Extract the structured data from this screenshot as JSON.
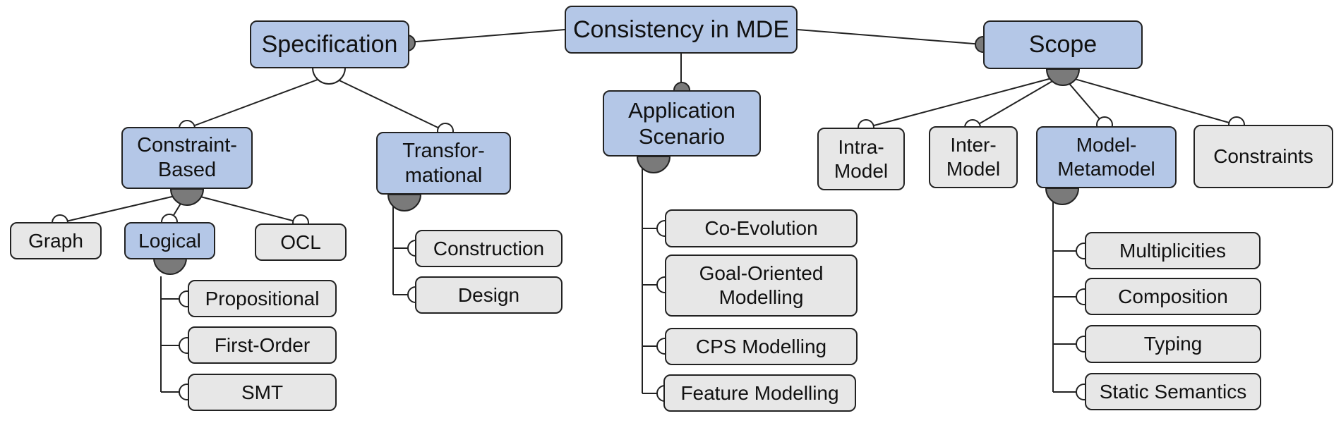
{
  "diagram": {
    "root": "Consistency in MDE",
    "specification": {
      "label": "Specification",
      "constraint_based": "Constraint-\nBased",
      "transformational": "Transfor-\nmational",
      "graph": "Graph",
      "logical": "Logical",
      "ocl": "OCL",
      "logical_children": [
        "Propositional",
        "First-Order",
        "SMT"
      ],
      "transformational_children": [
        "Construction",
        "Design"
      ]
    },
    "application": {
      "label": "Application\nScenario",
      "children": [
        "Co-Evolution",
        "Goal-Oriented\nModelling",
        "CPS Modelling",
        "Feature Modelling"
      ]
    },
    "scope": {
      "label": "Scope",
      "intra": "Intra-\nModel",
      "inter": "Inter-\nModel",
      "model_metamodel": "Model-\nMetamodel",
      "constraints": "Constraints",
      "model_metamodel_children": [
        "Multiplicities",
        "Composition",
        "Typing",
        "Static Semantics"
      ]
    },
    "colors": {
      "concept_fill": "#b4c7e7",
      "leaf_fill": "#e7e7e7",
      "marker_filled": "#7a7a7a",
      "marker_empty": "#ffffff",
      "stroke": "#222222"
    }
  }
}
